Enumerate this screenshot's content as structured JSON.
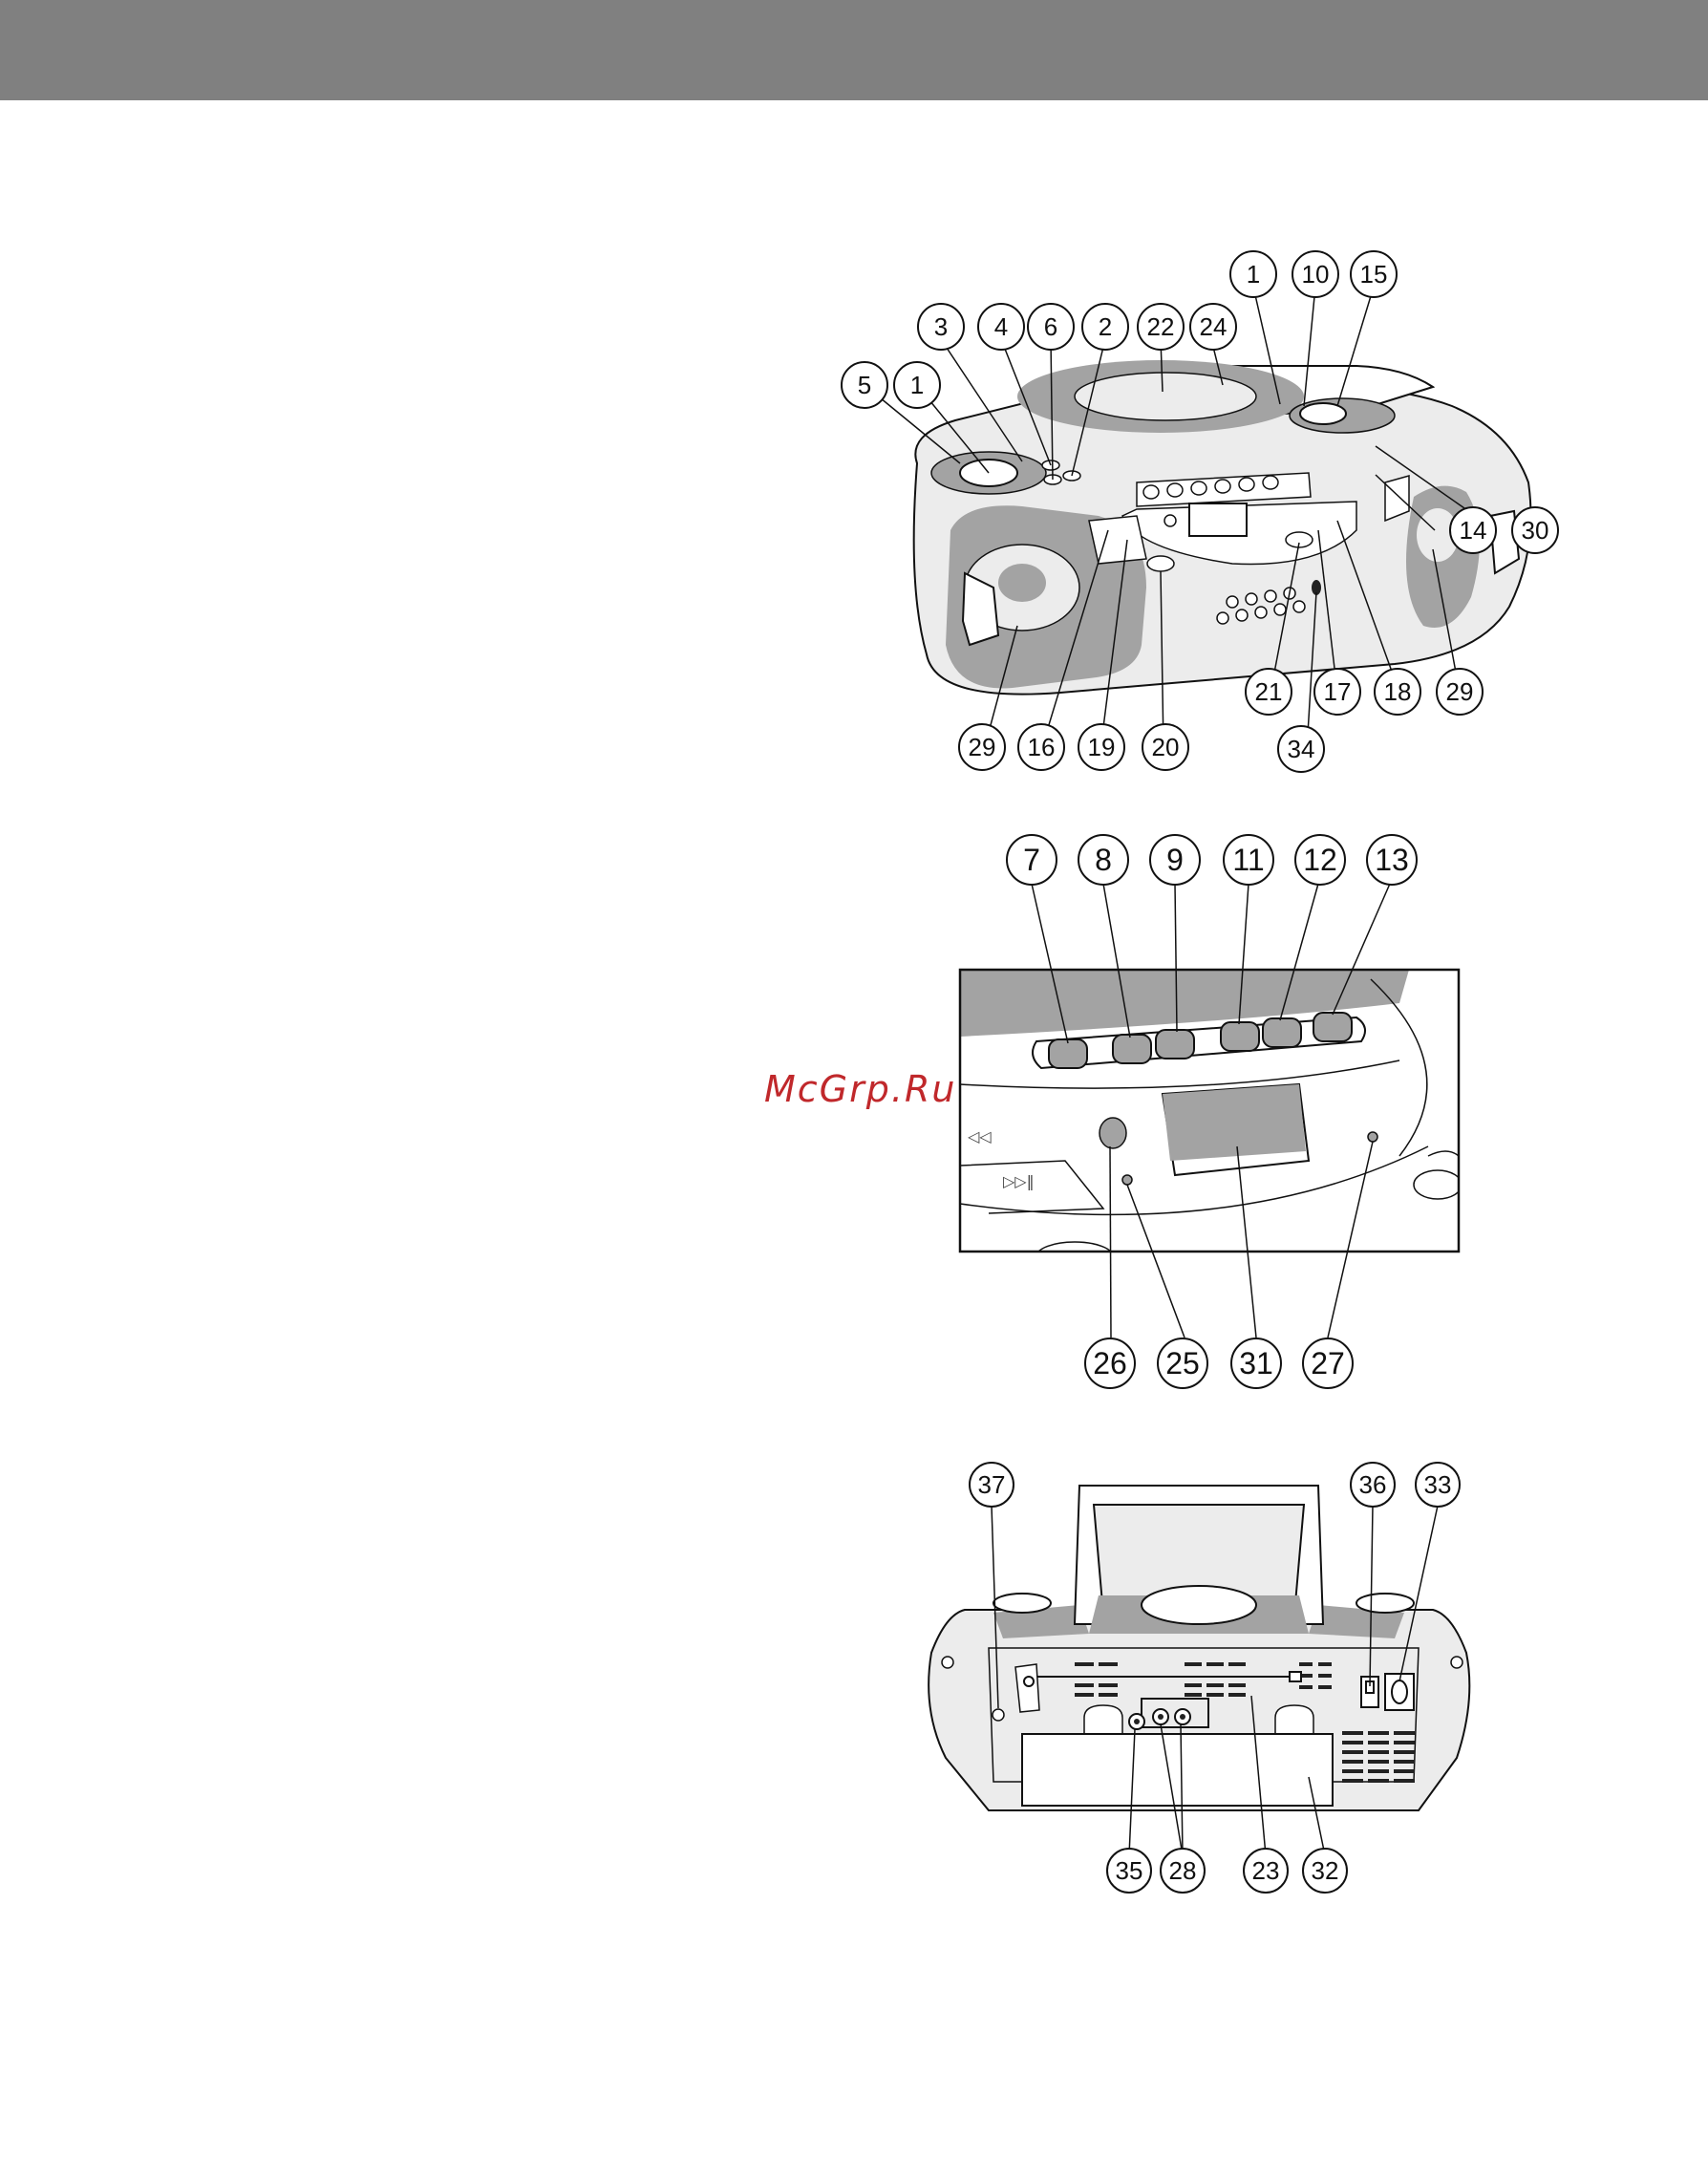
{
  "header": {
    "color": "#808080"
  },
  "watermark": {
    "text": "McGrp.Ru",
    "color": "#c0282b"
  },
  "front_view": {
    "callouts": [
      "1",
      "10",
      "15",
      "3",
      "4",
      "6",
      "2",
      "22",
      "24",
      "5",
      "1",
      "14",
      "30",
      "21",
      "17",
      "18",
      "29",
      "34",
      "29",
      "16",
      "19",
      "20"
    ]
  },
  "detail_view": {
    "callouts": [
      "7",
      "8",
      "9",
      "11",
      "12",
      "13",
      "26",
      "25",
      "31",
      "27"
    ]
  },
  "rear_view": {
    "callouts": [
      "37",
      "36",
      "33",
      "35",
      "28",
      "23",
      "32"
    ]
  }
}
